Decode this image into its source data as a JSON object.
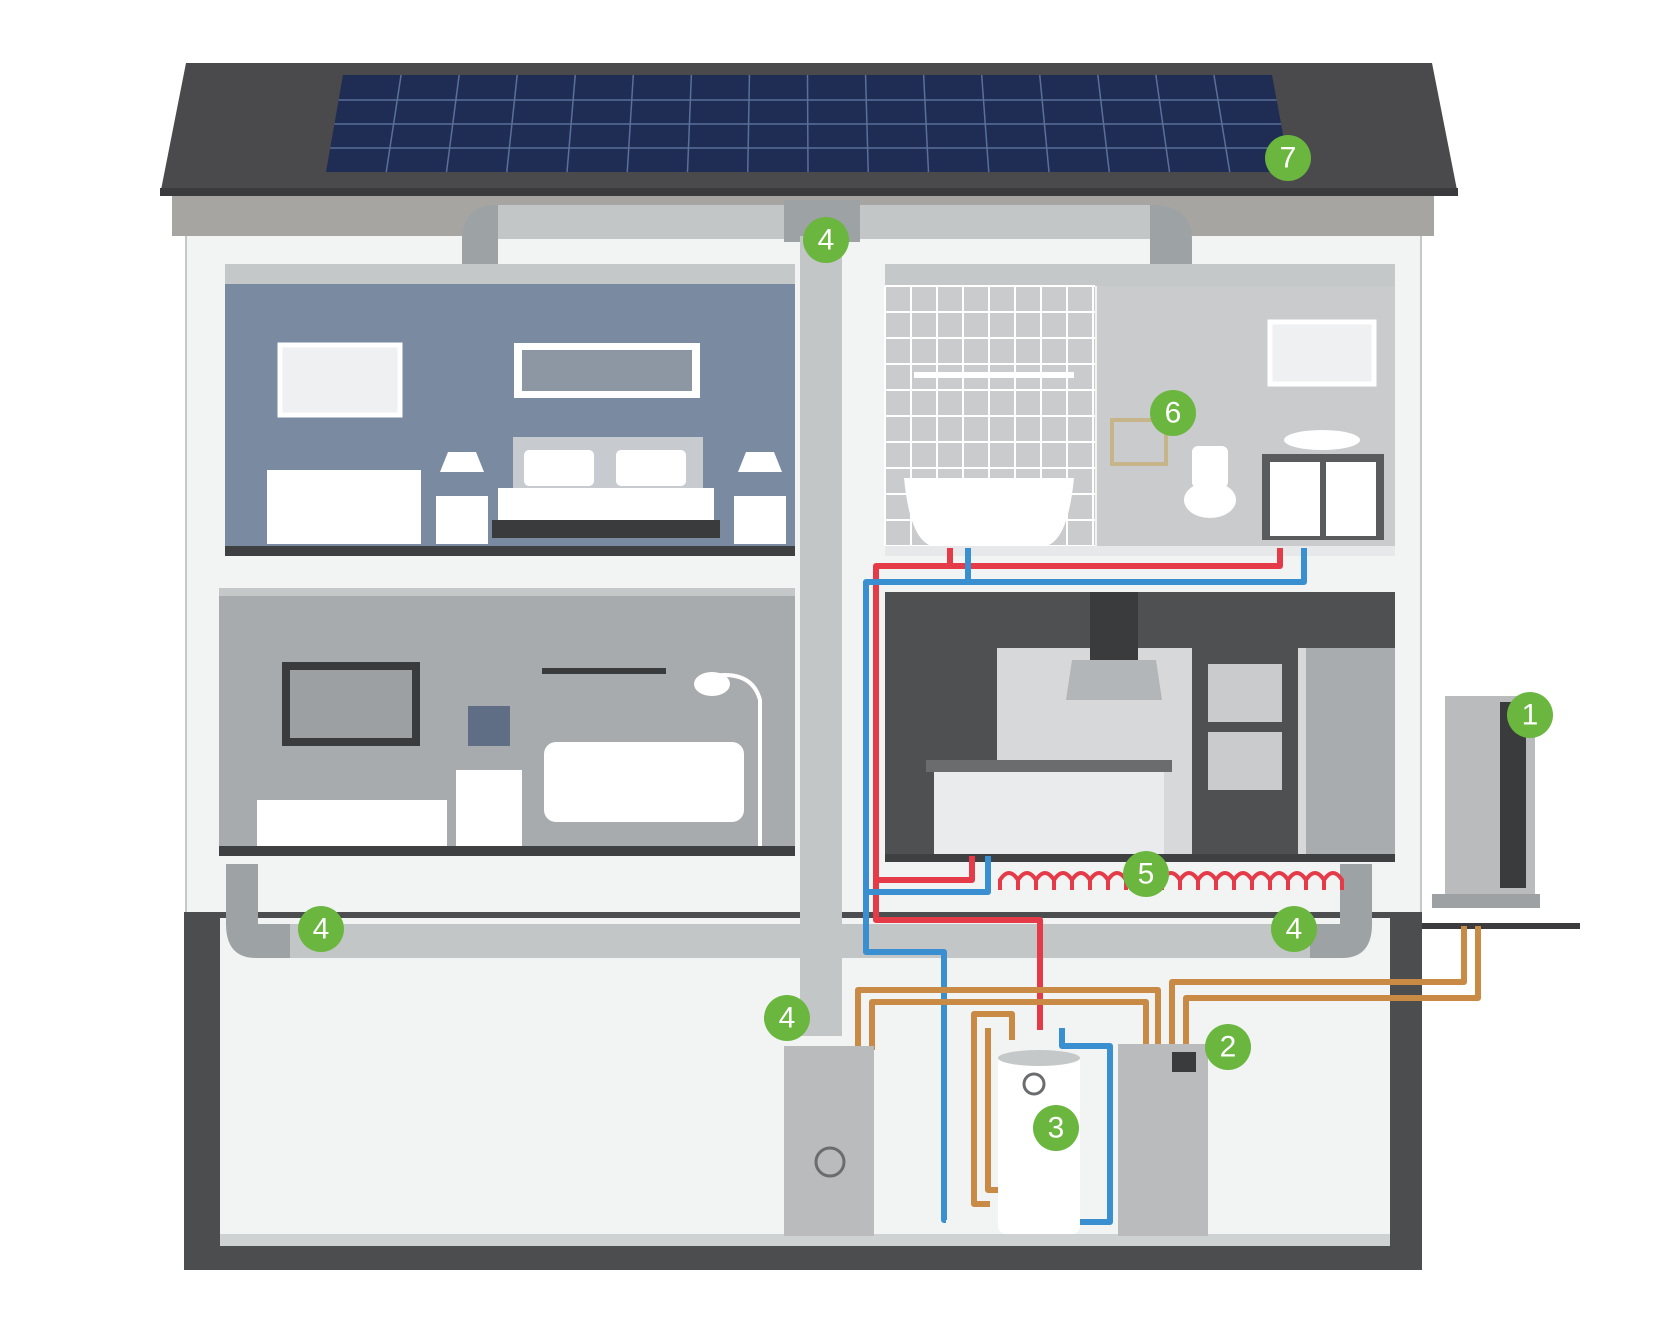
{
  "colors": {
    "roof": "#4a4a4c",
    "roof_edge": "#3b3b3d",
    "fascia": "#a6a5a2",
    "solar_panel": "#1f2d54",
    "solar_grid": "#5a6f9a",
    "house_wall": "#f2f4f3",
    "house_outline": "#c5c8c8",
    "duct": "#c2c6c7",
    "duct_dark": "#9da2a4",
    "bedroom_wall": "#7a8aa0",
    "living_wall": "#a7abad",
    "bathroom_wall": "#c9cbcc",
    "kitchen_dark": "#4f5052",
    "kitchen_light": "#d6d8d9",
    "floor": "#3f4042",
    "basement_wall": "#4c4d4f",
    "basement_floor": "#ced2d3",
    "equipment": "#b9bbbc",
    "hot_pipe": "#e53b49",
    "cold_pipe": "#3a8fd0",
    "ground_loop_pipe": "#c98a45",
    "marker": "#6ab63f",
    "furniture_white": "#ffffff"
  },
  "markers": [
    {
      "id": "heat-pump-outdoor-unit",
      "label": "1",
      "icon": "numbered-circle-icon"
    },
    {
      "id": "ground-source-heat-pump",
      "label": "2",
      "icon": "numbered-circle-icon"
    },
    {
      "id": "hot-water-cylinder",
      "label": "3",
      "icon": "numbered-circle-icon"
    },
    {
      "id": "ventilation-duct-roof",
      "label": "4",
      "icon": "numbered-circle-icon"
    },
    {
      "id": "ventilation-duct-left",
      "label": "4",
      "icon": "numbered-circle-icon"
    },
    {
      "id": "ventilation-duct-right",
      "label": "4",
      "icon": "numbered-circle-icon"
    },
    {
      "id": "ventilation-unit",
      "label": "4",
      "icon": "numbered-circle-icon"
    },
    {
      "id": "underfloor-heating",
      "label": "5",
      "icon": "numbered-circle-icon"
    },
    {
      "id": "towel-radiator",
      "label": "6",
      "icon": "numbered-circle-icon"
    },
    {
      "id": "solar-panels",
      "label": "7",
      "icon": "numbered-circle-icon"
    }
  ]
}
